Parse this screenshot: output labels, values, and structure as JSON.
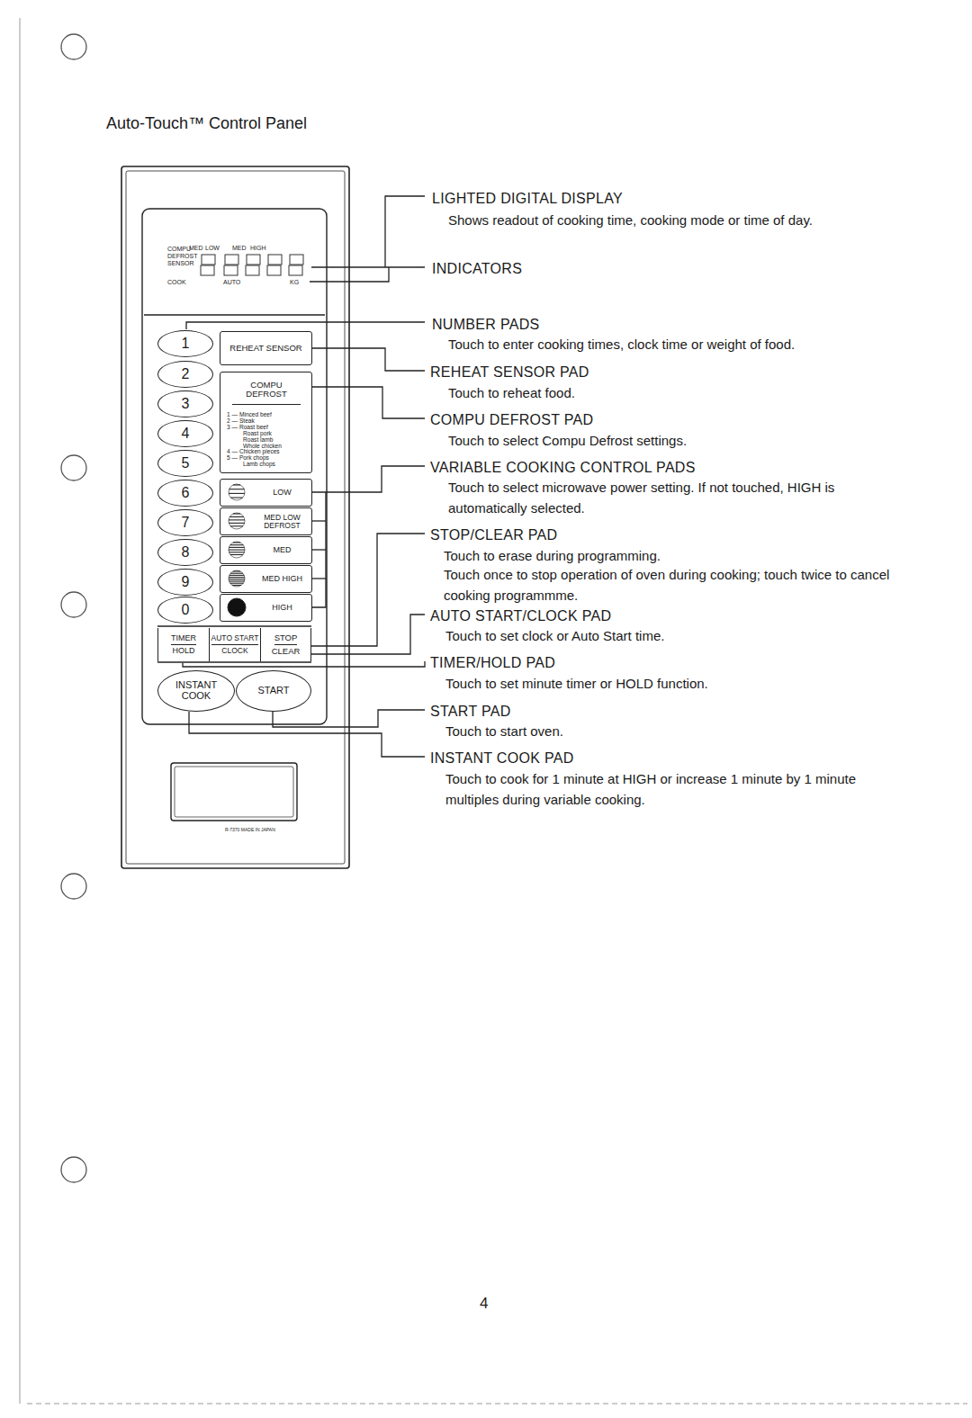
{
  "diagram": {
    "title": "Auto-Touch™ Control Panel",
    "nodes": [
      {
        "text": [
          "COMPU",
          "DEFROST",
          "SENSOR",
          "MED",
          "LOW",
          "MED",
          "HIGH",
          "COOK",
          "AUTO",
          "KG"
        ]
      },
      {
        "text": [
          "1"
        ]
      },
      {
        "text": [
          "REHEAT SENSOR"
        ]
      },
      {
        "text": [
          "2"
        ]
      },
      {
        "text": [
          "COMPU DEFROST",
          "1 — Minced beef",
          "2 — Steak",
          "3 — Roast beef",
          "Roast pork",
          "Roast lamb",
          "Whole chicken",
          "4 — Chicken pieces",
          "5 — Pork chops",
          "Lamb chops"
        ]
      },
      {
        "text": [
          "3"
        ]
      },
      {
        "text": [
          "4"
        ]
      },
      {
        "text": [
          "5"
        ]
      },
      {
        "text": [
          "6"
        ]
      },
      {
        "text": [
          "LOW"
        ]
      },
      {
        "text": [
          "7"
        ]
      },
      {
        "text": [
          "MED LOW",
          "DEFROST"
        ]
      },
      {
        "text": [
          "8"
        ]
      },
      {
        "text": [
          "MED"
        ]
      },
      {
        "text": [
          "9"
        ]
      },
      {
        "text": [
          "MED HIGH"
        ]
      },
      {
        "text": [
          "0"
        ]
      },
      {
        "text": [
          "HIGH"
        ]
      },
      {
        "text": [
          "TIMER",
          "HOLD"
        ]
      },
      {
        "text": [
          "AUTO START",
          "CLOCK"
        ]
      },
      {
        "text": [
          "STOP",
          "CLEAR"
        ]
      },
      {
        "text": [
          "INSTANT COOK"
        ]
      },
      {
        "text": [
          "START"
        ]
      }
    ],
    "labels": [
      "LIGHTED DIGITAL DISPLAY",
      "Shows readout of cooking time, cooking mode or time of day.",
      "INDICATORS",
      "NUMBER PADS",
      "Touch to enter cooking times, clock time or weight of food.",
      "REHEAT SENSOR PAD",
      "Touch to reheat food.",
      "COMPU DEFROST PAD",
      "Touch to select Compu Defrost settings.",
      "VARIABLE COOKING CONTROL PADS",
      "Touch to select microwave power setting. If not touched, HIGH is automatically selected.",
      "STOP/CLEAR PAD",
      "Touch to erase during programming.",
      "Touch once to stop operation of oven during cooking; touch twice to cancel cooking programmme.",
      "AUTO START/CLOCK PAD",
      "Touch to set clock or Auto Start time.",
      "TIMER/HOLD PAD",
      "Touch to set minute timer or HOLD function.",
      "START PAD",
      "Touch to start oven.",
      "INSTANT COOK PAD",
      "Touch to cook for 1 minute at HIGH or increase 1 minute by 1 minute multiples during variable cooking.",
      "R-7370 MADE IN JAPAN",
      "4"
    ]
  }
}
